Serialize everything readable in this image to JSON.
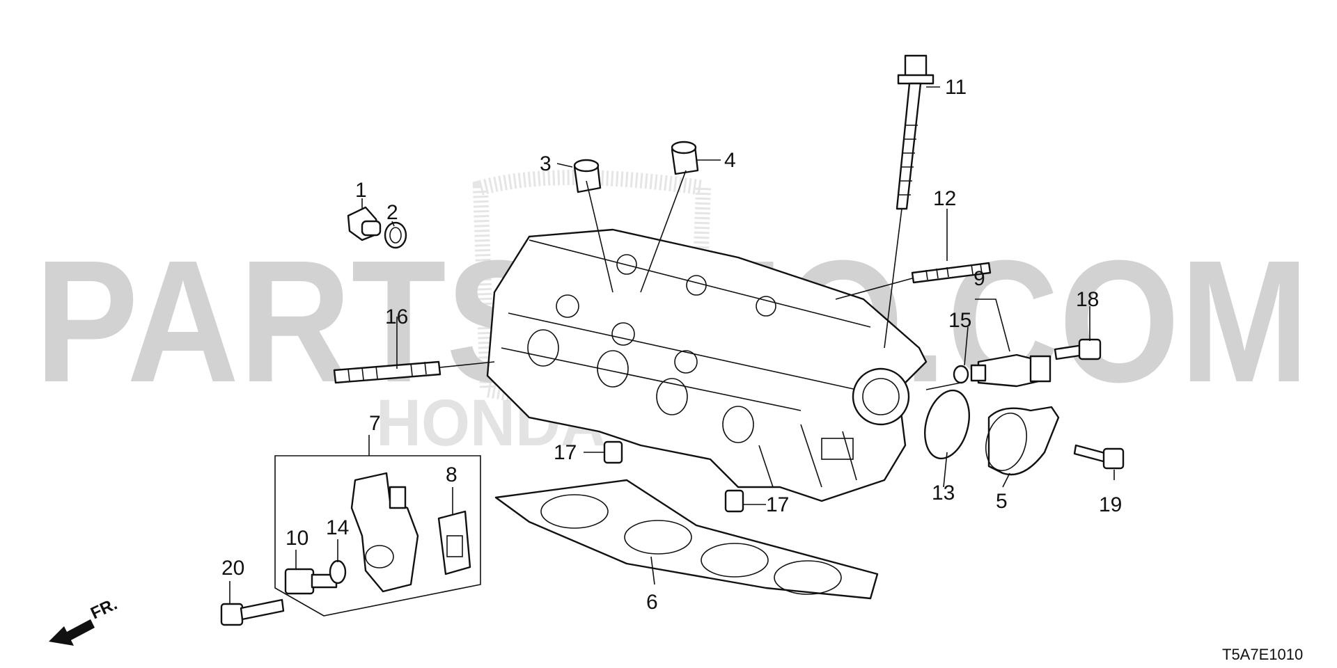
{
  "diagram": {
    "code": "T5A7E1010",
    "direction_label": "FR.",
    "watermark": {
      "text": "PARTSOUQ.COM",
      "subtext": "HONDA"
    },
    "callouts": [
      "1",
      "2",
      "3",
      "4",
      "5",
      "6",
      "7",
      "8",
      "9",
      "10",
      "11",
      "12",
      "13",
      "14",
      "15",
      "16",
      "17",
      "17",
      "18",
      "19",
      "20"
    ],
    "colors": {
      "line": "#111111",
      "watermark": "#d2d2d2",
      "background": "#ffffff"
    }
  }
}
